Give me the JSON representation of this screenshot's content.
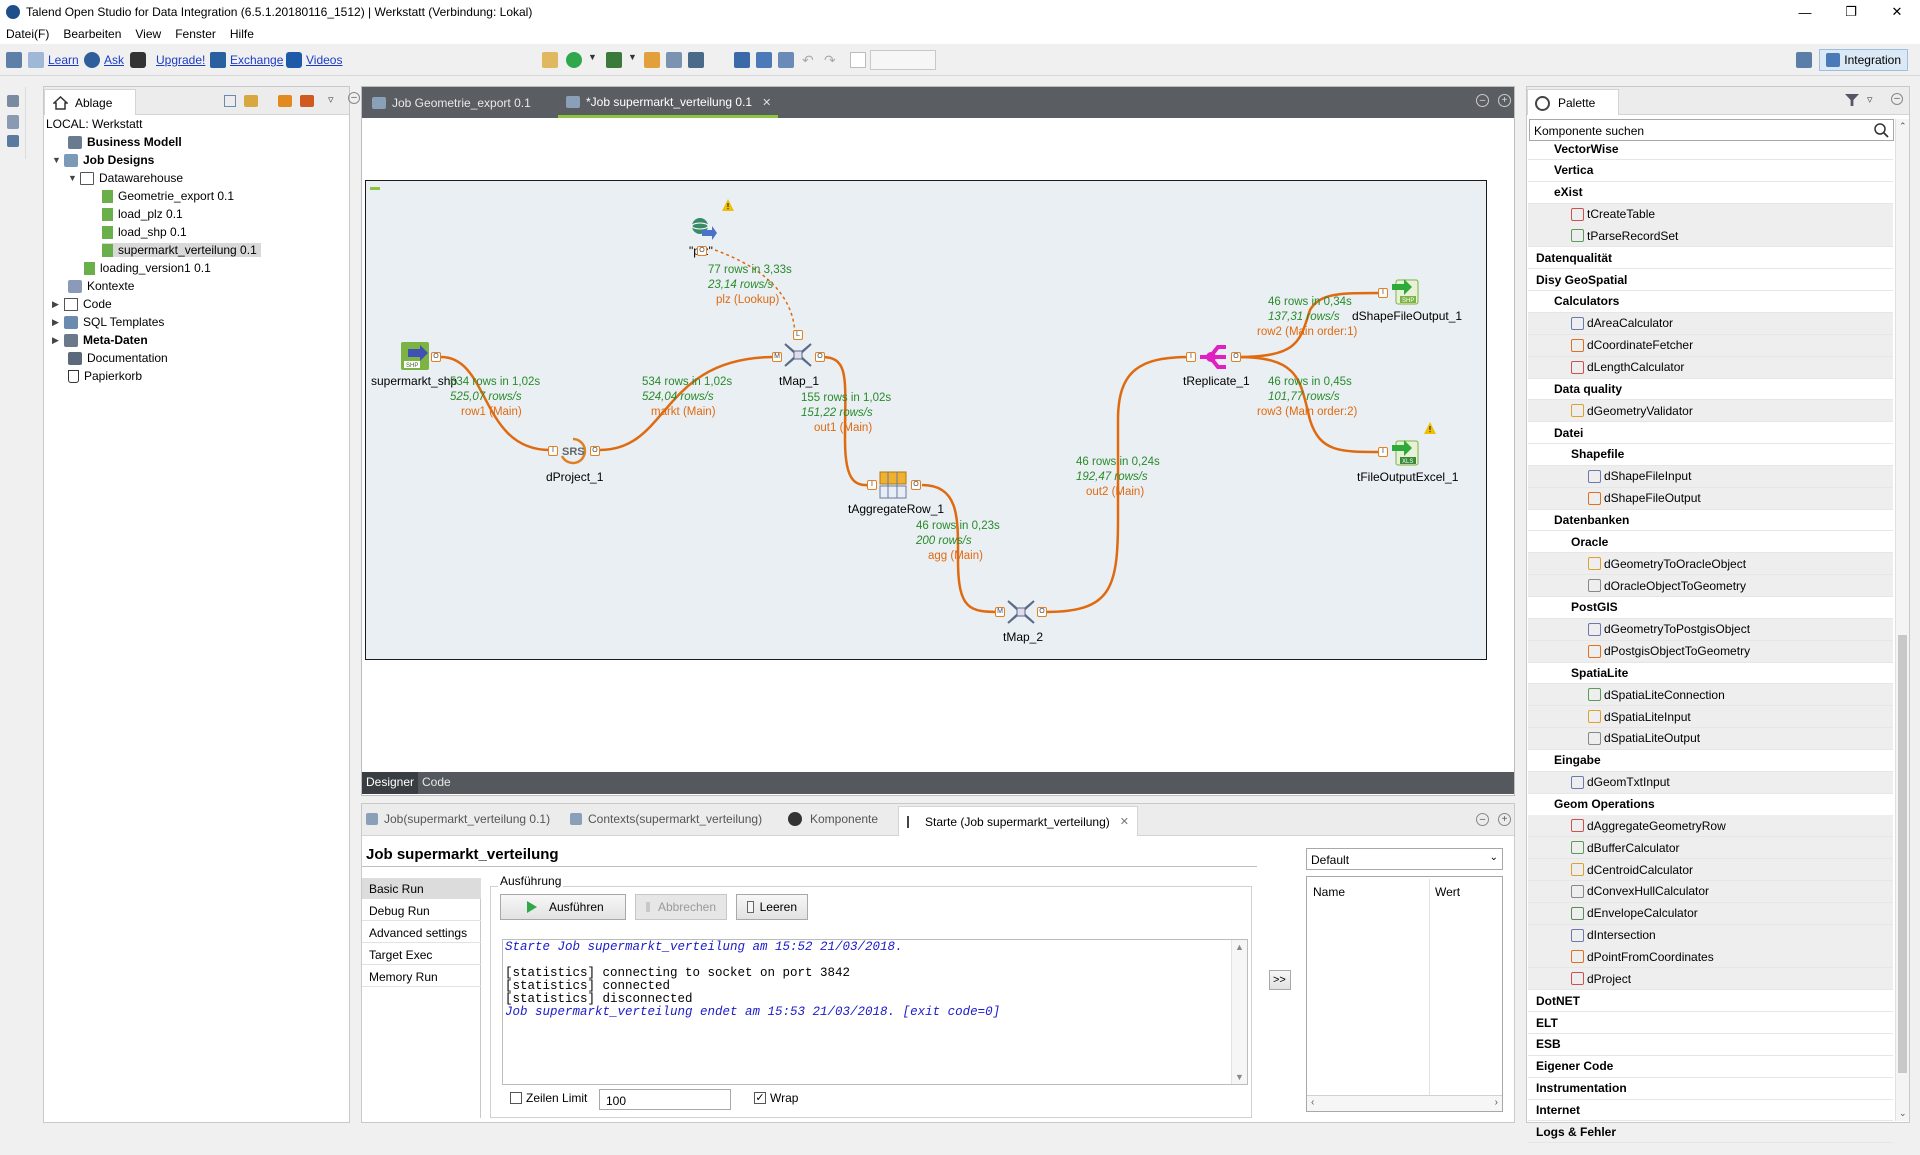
{
  "window": {
    "title": "Talend Open Studio for Data Integration (6.5.1.20180116_1512) | Werkstatt (Verbindung: Lokal)"
  },
  "menu": [
    "Datei(F)",
    "Bearbeiten",
    "View",
    "Fenster",
    "Hilfe"
  ],
  "toolbar": {
    "links": [
      "Learn",
      "Ask",
      "Upgrade!",
      "Exchange",
      "Videos"
    ],
    "perspective": "Integration"
  },
  "repository": {
    "tab": "Ablage",
    "root": "LOCAL: Werkstatt",
    "items": [
      {
        "label": "Business Modell",
        "bold": true
      },
      {
        "label": "Job Designs",
        "bold": true
      },
      {
        "label": "Datawarehouse",
        "bold": false
      },
      {
        "label": "Geometrie_export 0.1",
        "bold": false
      },
      {
        "label": "load_plz 0.1",
        "bold": false
      },
      {
        "label": "load_shp 0.1",
        "bold": false
      },
      {
        "label": "supermarkt_verteilung 0.1",
        "bold": false
      },
      {
        "label": "loading_version1 0.1",
        "bold": false
      },
      {
        "label": "Kontexte",
        "bold": false
      },
      {
        "label": "Code",
        "bold": false
      },
      {
        "label": "SQL Templates",
        "bold": false
      },
      {
        "label": "Meta-Daten",
        "bold": true
      },
      {
        "label": "Documentation",
        "bold": false
      },
      {
        "label": "Papierkorb",
        "bold": false
      }
    ]
  },
  "editor": {
    "tabs": [
      "Job Geometrie_export 0.1",
      "*Job supermarkt_verteilung 0.1"
    ],
    "bottom_tabs": [
      "Designer",
      "Code"
    ],
    "nodes": {
      "plz": "\"plz\"",
      "supermarkt_shp": "supermarkt_shp",
      "dProject_1": "dProject_1",
      "tMap_1": "tMap_1",
      "tAggregateRow_1": "tAggregateRow_1",
      "tMap_2": "tMap_2",
      "tReplicate_1": "tReplicate_1",
      "dShapeFileOutput_1": "dShapeFileOutput_1",
      "tFileOutputExcel_1": "tFileOutputExcel_1"
    },
    "flows": {
      "lookup": {
        "rows": "77 rows in 3,33s",
        "rate": "23,14 rows/s",
        "name": "plz (Lookup)"
      },
      "row1": {
        "rows": "534 rows in 1,02s",
        "rate": "525,07 rows/s",
        "name": "row1 (Main)"
      },
      "markt": {
        "rows": "534 rows in 1,02s",
        "rate": "524,04 rows/s",
        "name": "markt (Main)"
      },
      "out1": {
        "rows": "155 rows in 1,02s",
        "rate": "151,22 rows/s",
        "name": "out1 (Main)"
      },
      "agg": {
        "rows": "46 rows in 0,23s",
        "rate": "200 rows/s",
        "name": "agg (Main)"
      },
      "out2": {
        "rows": "46 rows in 0,24s",
        "rate": "192,47 rows/s",
        "name": "out2 (Main)"
      },
      "row2": {
        "rows": "46 rows in 0,34s",
        "rate": "137,31 rows/s",
        "name": "row2 (Main order:1)"
      },
      "row3": {
        "rows": "46 rows in 0,45s",
        "rate": "101,77 rows/s",
        "name": "row3 (Main order:2)"
      }
    }
  },
  "run_panel": {
    "tabs": [
      "Job(supermarkt_verteilung 0.1)",
      "Contexts(supermarkt_verteilung)",
      "Komponente",
      "Starte (Job supermarkt_verteilung)"
    ],
    "job_title": "Job supermarkt_verteilung",
    "side_tabs": [
      "Basic Run",
      "Debug Run",
      "Advanced settings",
      "Target Exec",
      "Memory Run"
    ],
    "group": "Ausführung",
    "buttons": {
      "run": "Ausführen",
      "abort": "Abbrechen",
      "clear": "Leeren"
    },
    "console": [
      "Starte Job supermarkt_verteilung am 15:52 21/03/2018.",
      "[statistics] connecting to socket on port 3842",
      "[statistics] connected",
      "[statistics] disconnected",
      "Job supermarkt_verteilung endet am 15:53 21/03/2018. [exit code=0]"
    ],
    "line_limit_label": "Zeilen Limit",
    "line_limit_value": "100",
    "wrap_label": "Wrap",
    "context_select": "Default",
    "context_cols": [
      "Name",
      "Wert"
    ],
    "move_btn": ">>"
  },
  "palette": {
    "tab": "Palette",
    "search_placeholder": "Komponente suchen",
    "rows": [
      {
        "label": "VectorWise",
        "level": 1,
        "bold": true
      },
      {
        "label": "Vertica",
        "level": 1,
        "bold": true
      },
      {
        "label": "eXist",
        "level": 1,
        "bold": true
      },
      {
        "label": "tCreateTable",
        "level": 2,
        "bold": false
      },
      {
        "label": "tParseRecordSet",
        "level": 2,
        "bold": false
      },
      {
        "label": "Datenqualität",
        "level": 0,
        "bold": true
      },
      {
        "label": "Disy GeoSpatial",
        "level": 0,
        "bold": true
      },
      {
        "label": "Calculators",
        "level": 1,
        "bold": true
      },
      {
        "label": "dAreaCalculator",
        "level": 2,
        "bold": false
      },
      {
        "label": "dCoordinateFetcher",
        "level": 2,
        "bold": false
      },
      {
        "label": "dLengthCalculator",
        "level": 2,
        "bold": false
      },
      {
        "label": "Data quality",
        "level": 1,
        "bold": true
      },
      {
        "label": "dGeometryValidator",
        "level": 2,
        "bold": false
      },
      {
        "label": "Datei",
        "level": 1,
        "bold": true
      },
      {
        "label": "Shapefile",
        "level": 2,
        "bold": true
      },
      {
        "label": "dShapeFileInput",
        "level": 3,
        "bold": false
      },
      {
        "label": "dShapeFileOutput",
        "level": 3,
        "bold": false
      },
      {
        "label": "Datenbanken",
        "level": 1,
        "bold": true
      },
      {
        "label": "Oracle",
        "level": 2,
        "bold": true
      },
      {
        "label": "dGeometryToOracleObject",
        "level": 3,
        "bold": false
      },
      {
        "label": "dOracleObjectToGeometry",
        "level": 3,
        "bold": false
      },
      {
        "label": "PostGIS",
        "level": 2,
        "bold": true
      },
      {
        "label": "dGeometryToPostgisObject",
        "level": 3,
        "bold": false
      },
      {
        "label": "dPostgisObjectToGeometry",
        "level": 3,
        "bold": false
      },
      {
        "label": "SpatiaLite",
        "level": 2,
        "bold": true
      },
      {
        "label": "dSpatiaLiteConnection",
        "level": 3,
        "bold": false
      },
      {
        "label": "dSpatiaLiteInput",
        "level": 3,
        "bold": false
      },
      {
        "label": "dSpatiaLiteOutput",
        "level": 3,
        "bold": false
      },
      {
        "label": "Eingabe",
        "level": 1,
        "bold": true
      },
      {
        "label": "dGeomTxtInput",
        "level": 2,
        "bold": false
      },
      {
        "label": "Geom Operations",
        "level": 1,
        "bold": true
      },
      {
        "label": "dAggregateGeometryRow",
        "level": 2,
        "bold": false
      },
      {
        "label": "dBufferCalculator",
        "level": 2,
        "bold": false
      },
      {
        "label": "dCentroidCalculator",
        "level": 2,
        "bold": false
      },
      {
        "label": "dConvexHullCalculator",
        "level": 2,
        "bold": false
      },
      {
        "label": "dEnvelopeCalculator",
        "level": 2,
        "bold": false
      },
      {
        "label": "dIntersection",
        "level": 2,
        "bold": false
      },
      {
        "label": "dPointFromCoordinates",
        "level": 2,
        "bold": false
      },
      {
        "label": "dProject",
        "level": 2,
        "bold": false
      },
      {
        "label": "DotNET",
        "level": 0,
        "bold": true
      },
      {
        "label": "ELT",
        "level": 0,
        "bold": true
      },
      {
        "label": "ESB",
        "level": 0,
        "bold": true
      },
      {
        "label": "Eigener Code",
        "level": 0,
        "bold": true
      },
      {
        "label": "Instrumentation",
        "level": 0,
        "bold": true
      },
      {
        "label": "Internet",
        "level": 0,
        "bold": true
      },
      {
        "label": "Logs & Fehler",
        "level": 0,
        "bold": true
      }
    ]
  },
  "colors": {
    "flow_orange": "#e06a10",
    "flow_green": "#2a8a2a",
    "link_blue": "#1a3cc8",
    "console_blue": "#1a1acc",
    "dark_tabbar": "#55595e"
  }
}
